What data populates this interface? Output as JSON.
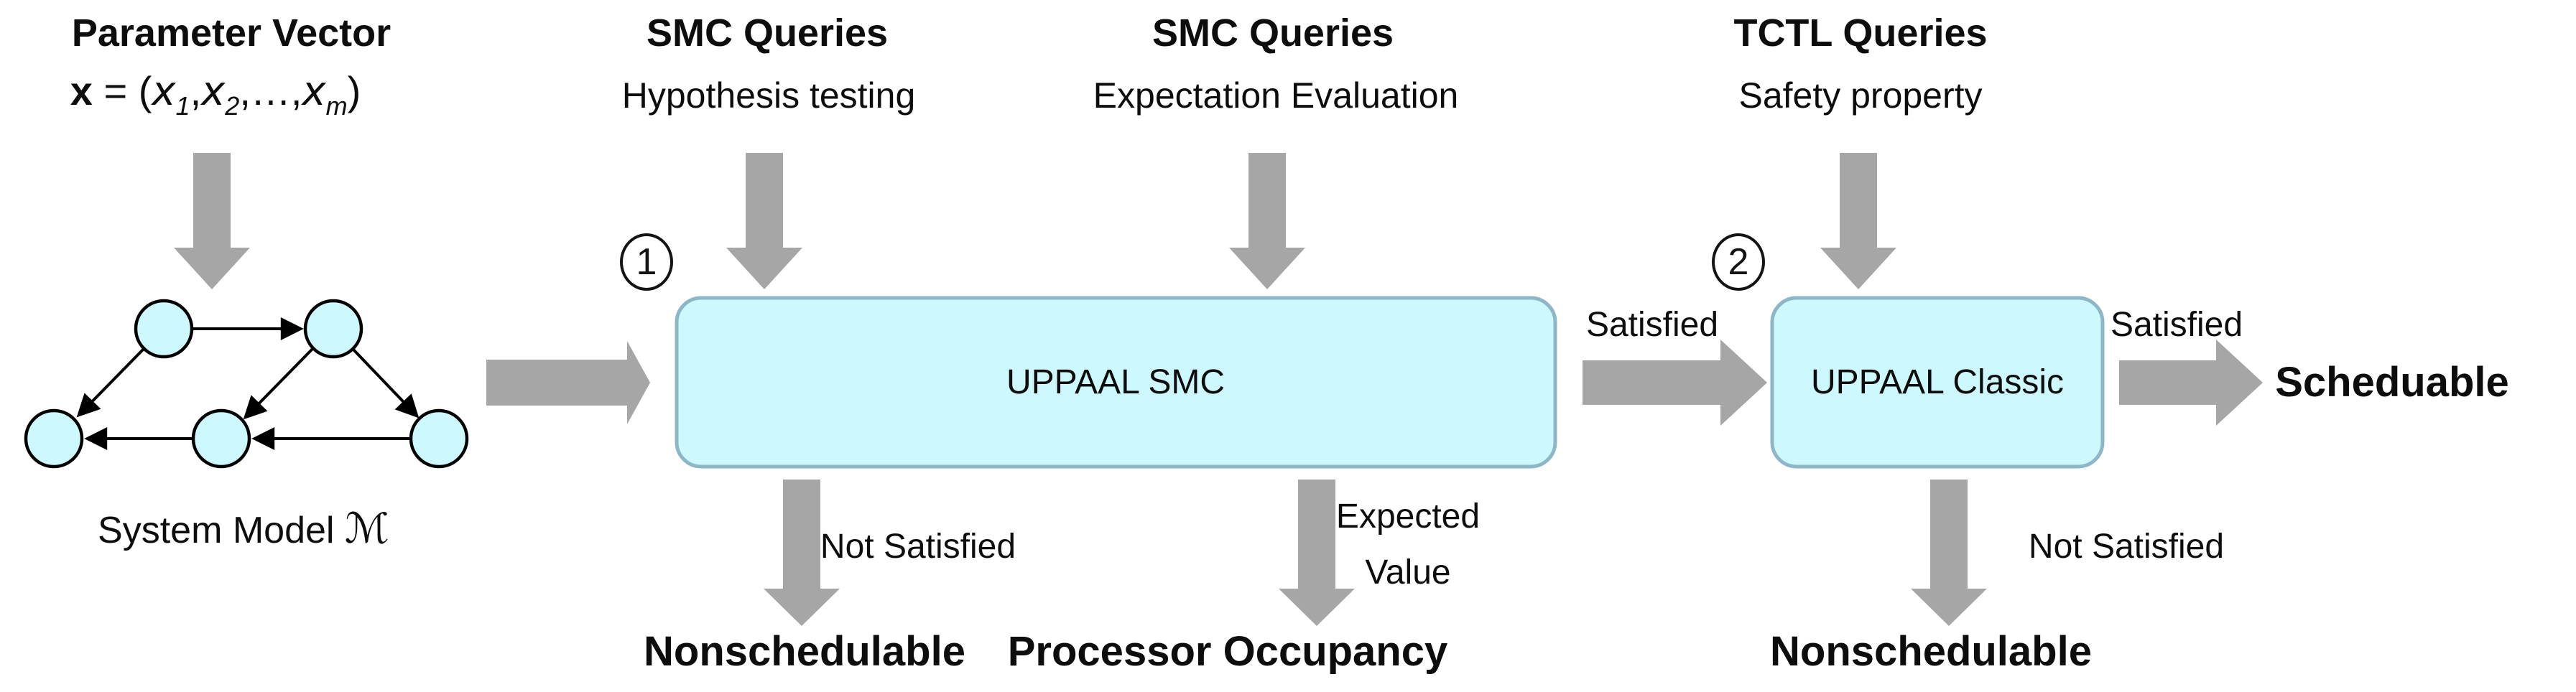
{
  "colors": {
    "shape_fill": "#cdf9fe",
    "box_stroke": "#8db6c6",
    "node_stroke": "#000000",
    "arrow_gray": "#a6a6a6",
    "text": "#0d0d0d"
  },
  "inputs": {
    "parameter_vector": {
      "title": "Parameter Vector",
      "formula": {
        "vector": "x",
        "equals": " = ",
        "open": "(",
        "var": "x",
        "sub1": "1",
        "comma": ",",
        "sub2": "2",
        "dots": ",…,",
        "subm": "m",
        "close": ")"
      }
    },
    "smc_queries_1": {
      "title": "SMC Queries",
      "subtitle": "Hypothesis testing"
    },
    "smc_queries_2": {
      "title": "SMC Queries",
      "subtitle": "Expectation Evaluation"
    },
    "tctl_queries": {
      "title": "TCTL Queries",
      "subtitle": "Safety property"
    }
  },
  "system_model": {
    "label": "System Model ",
    "symbol": "ℳ"
  },
  "steps": {
    "smc": {
      "badge": "1",
      "label": "UPPAAL SMC"
    },
    "classic": {
      "badge": "2",
      "label": "UPPAAL Classic"
    }
  },
  "flow_labels": {
    "satisfied_1": "Satisfied",
    "satisfied_2": "Satisfied",
    "not_satisfied_1": "Not Satisfied",
    "not_satisfied_2": "Not Satisfied",
    "expected_value_line1": "Expected",
    "expected_value_line2": "Value"
  },
  "outcomes": {
    "nonschedulable_1": "Nonschedulable",
    "processor_occupancy": "Processor Occupancy",
    "nonschedulable_2": "Nonschedulable",
    "schedulable": "Scheduable"
  }
}
